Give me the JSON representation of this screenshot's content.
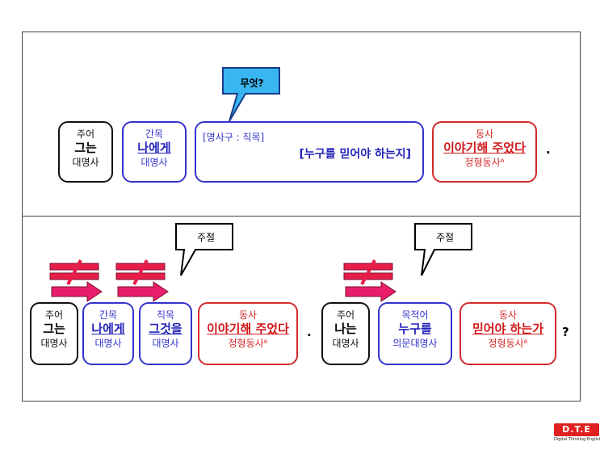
{
  "top": {
    "callout": "무엇?",
    "box1": {
      "role": "주어",
      "word": "그는",
      "kind": "대명사"
    },
    "box2": {
      "role": "간목",
      "word": "나에게",
      "kind": "대명사"
    },
    "box3": {
      "tag": "[명사구 : 직목]",
      "word": "[누구를 믿어야 하는지]"
    },
    "box4": {
      "role": "동사",
      "word": "이야기해 주었다",
      "kind": "정형동사⁶"
    },
    "period": "."
  },
  "bottom": {
    "callout1": "주절",
    "callout2": "주절",
    "left": {
      "box1": {
        "role": "주어",
        "word": "그는",
        "kind": "대명사"
      },
      "box2": {
        "role": "간목",
        "word": "나에게",
        "kind": "대명사"
      },
      "box3": {
        "role": "직목",
        "word": "그것을",
        "kind": "대명사"
      },
      "box4": {
        "role": "동사",
        "word": "이야기해 주었다",
        "kind": "정형동사⁶"
      }
    },
    "period": ".",
    "right": {
      "box1": {
        "role": "주어",
        "word": "나는",
        "kind": "대명사"
      },
      "box2": {
        "role": "목적어",
        "word": "누구를",
        "kind": "의문대명사"
      },
      "box3": {
        "role": "동사",
        "word": "믿어야 하는가",
        "kind": "정형동사⁶"
      }
    },
    "qmark": "?"
  },
  "logo": {
    "mark": "D.T.E",
    "caption": "Digital Thinking English",
    "color": "#e02020"
  }
}
